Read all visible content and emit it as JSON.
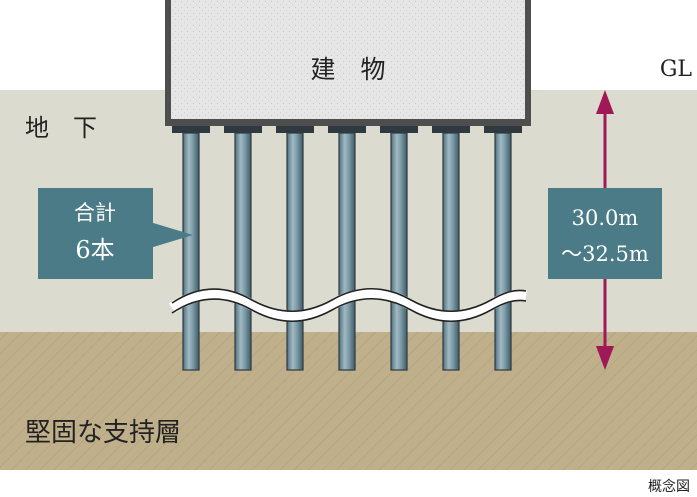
{
  "labels": {
    "building": "建　物",
    "ground_level": "GL",
    "underground": "地　下",
    "bearing_layer": "堅固な支持層",
    "caption": "概念図"
  },
  "callout": {
    "line1": "合計",
    "line2": "6本"
  },
  "depth": {
    "line1": "30.0m",
    "line2": "～32.5m"
  },
  "colors": {
    "ground": "#dcdbcf",
    "bearing_layer": "#bfaf8a",
    "building_fill": "#e6e6e6",
    "building_frame": "#4e4e4e",
    "pile": "#6f8f9c",
    "callout": "#4a7b86",
    "arrow": "#a01858"
  }
}
